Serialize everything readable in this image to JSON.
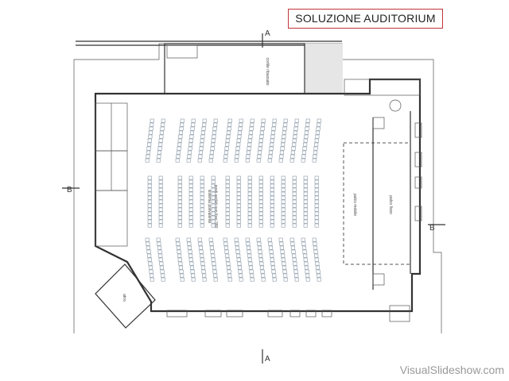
{
  "title": "SOLUZIONE AUDITORIUM",
  "rooms": {
    "courtyard": "cortile ribassato",
    "hall_line1": "sistema polivalente",
    "hall_line2": "posti seduti non fissi 380",
    "mobile_stage": "palco mobile",
    "fixed_stage": "palco fisso",
    "atrium": "atrio"
  },
  "section_marks": {
    "a_top": "A",
    "a_bottom": "A",
    "b_left": "B",
    "b_right": "B"
  },
  "watermark": "VisualSlideshow.com"
}
